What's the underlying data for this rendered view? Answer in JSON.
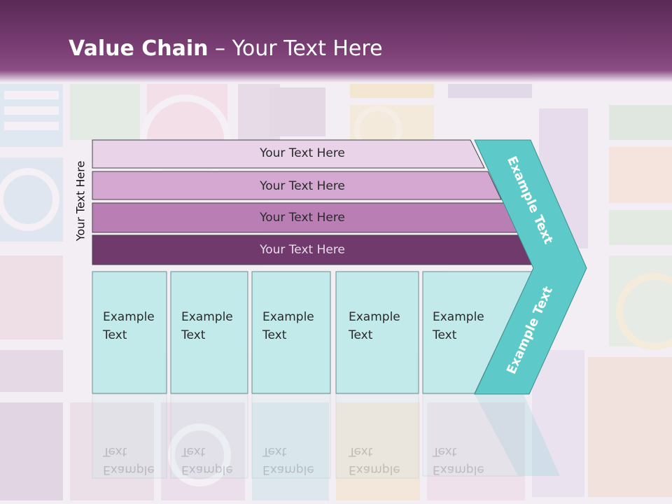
{
  "slide": {
    "title_bold": "Value Chain",
    "title_rest": " – Your Text Here",
    "side_label": "Your Text Here",
    "rows": [
      {
        "label": "Your Text Here",
        "color": "#e8d3e8"
      },
      {
        "label": "Your Text Here",
        "color": "#d5a8d2"
      },
      {
        "label": "Your Text Here",
        "color": "#b97fb5"
      },
      {
        "label": "Your Text Here",
        "color": "#703a6d"
      }
    ],
    "cells": [
      {
        "line1": "Example",
        "line2": "Text"
      },
      {
        "line1": "Example",
        "line2": "Text"
      },
      {
        "line1": "Example",
        "line2": "Text"
      },
      {
        "line1": "Example",
        "line2": "Text"
      },
      {
        "line1": "Example",
        "line2": "Text"
      }
    ],
    "chevron_top": "Example Text",
    "chevron_bottom": "Example Text",
    "colors": {
      "cell": "#c3eaea",
      "chevron": "#5ec9c9",
      "title_bar": "#7b3f76"
    }
  }
}
